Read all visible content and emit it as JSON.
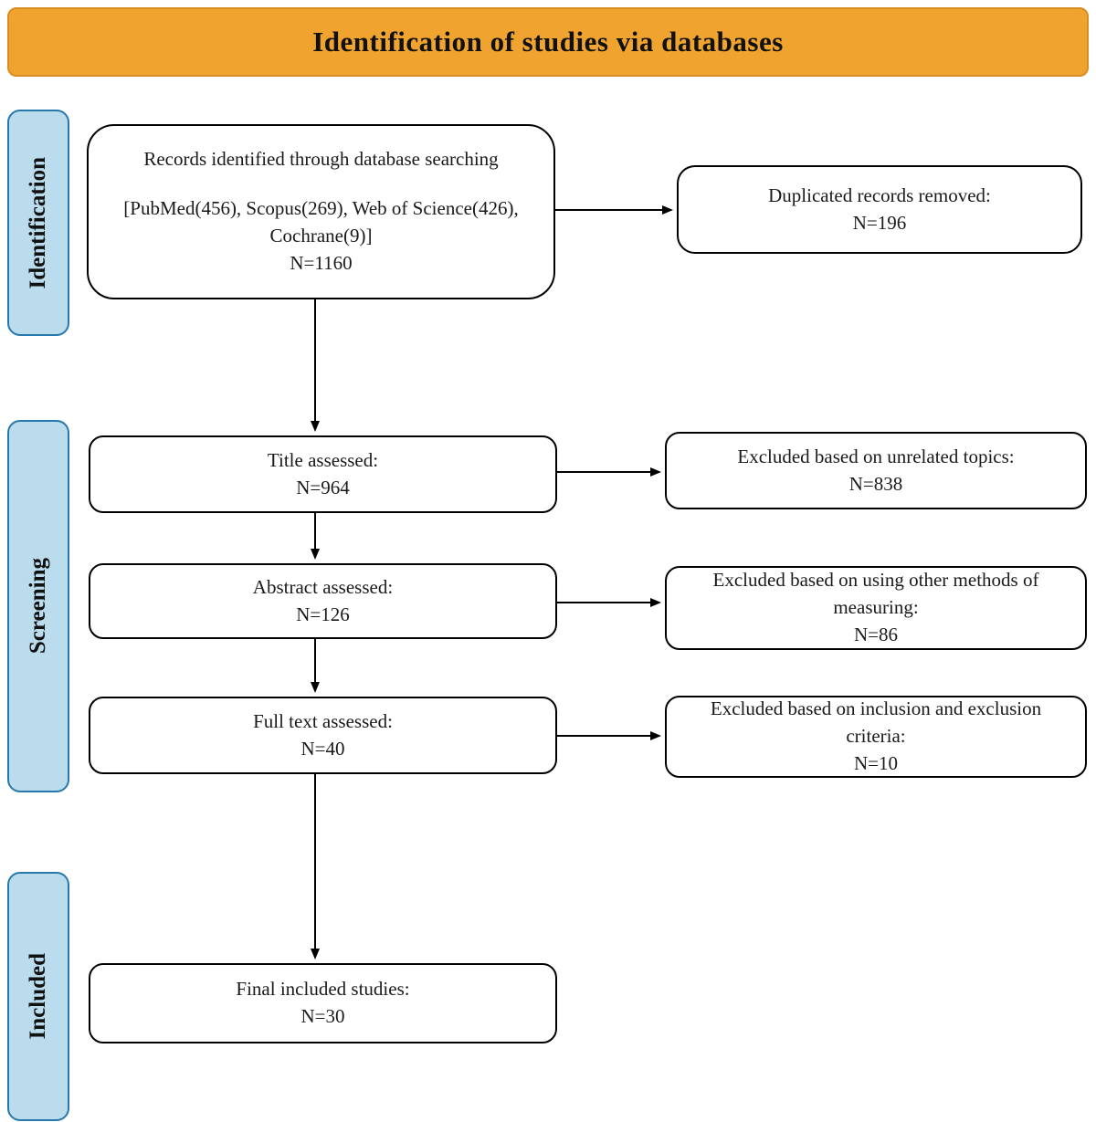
{
  "header": {
    "title": "Identification of studies via databases"
  },
  "colors": {
    "banner_fill": "#f0a42f",
    "banner_border": "#d98e23",
    "stage_fill": "#badced",
    "stage_border": "#2879ab",
    "box_border": "#000000",
    "arrow": "#000000"
  },
  "stages": [
    {
      "label": "Identification"
    },
    {
      "label": "Screening"
    },
    {
      "label": "Included"
    }
  ],
  "flow": {
    "records": {
      "line1": "Records identified through database searching",
      "line2": "[PubMed(456), Scopus(269), Web of Science(426),",
      "line3": "Cochrane(9)]",
      "count": "N=1160"
    },
    "duplicates": {
      "line1": "Duplicated records removed:",
      "count": "N=196"
    },
    "title_assessed": {
      "line1": "Title assessed:",
      "count": "N=964"
    },
    "excluded_topics": {
      "line1": "Excluded based on unrelated topics:",
      "count": "N=838"
    },
    "abstract_assessed": {
      "line1": "Abstract assessed:",
      "count": "N=126"
    },
    "excluded_methods": {
      "line1": "Excluded based on using other methods of",
      "line2": "measuring:",
      "count": "N=86"
    },
    "fulltext_assessed": {
      "line1": "Full text assessed:",
      "count": "N=40"
    },
    "excluded_criteria": {
      "line1": "Excluded based on inclusion and exclusion",
      "line2": "criteria:",
      "count": "N=10"
    },
    "final_included": {
      "line1": "Final included studies:",
      "count": "N=30"
    }
  }
}
